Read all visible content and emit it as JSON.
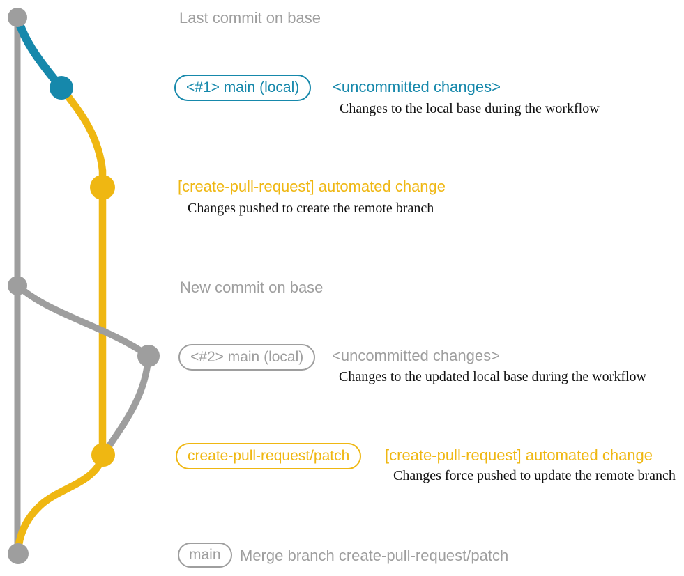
{
  "colors": {
    "base": "#9e9e9e",
    "local": "#1688ab",
    "remote": "#efb712",
    "note": "#111111",
    "background": "#ffffff"
  },
  "rows": {
    "r1": {
      "message": "Last commit on base"
    },
    "r2": {
      "badge": "<#1> main (local)",
      "status": "<uncommitted changes>",
      "note": "Changes to the local base during the workflow"
    },
    "r3": {
      "message": "[create-pull-request] automated change",
      "note": "Changes pushed to create the remote branch"
    },
    "r4": {
      "message": "New commit on base"
    },
    "r5": {
      "badge": "<#2> main (local)",
      "status": "<uncommitted changes>",
      "note": "Changes to the updated local base during the workflow"
    },
    "r6": {
      "badge": "create-pull-request/patch",
      "message": "[create-pull-request] automated change",
      "note": "Changes force pushed to update the remote branch"
    },
    "r7": {
      "badge": "main",
      "message": "Merge branch create-pull-request/patch"
    }
  }
}
